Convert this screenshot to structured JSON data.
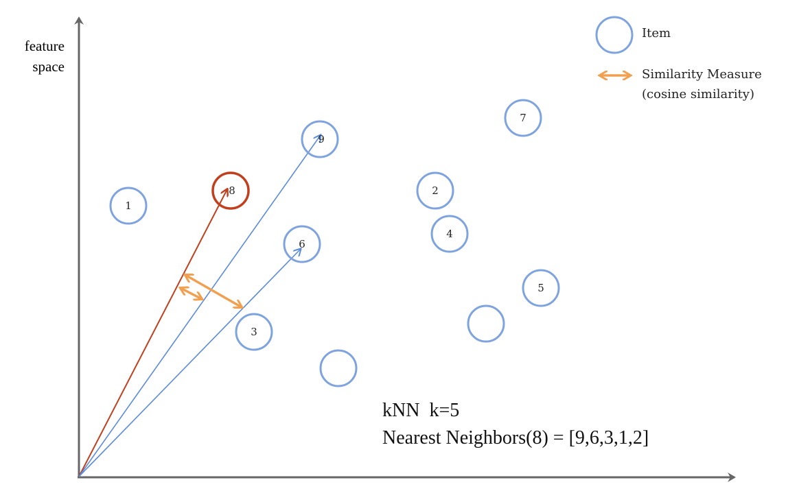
{
  "axis_label": {
    "line1": "feature",
    "line2": "space"
  },
  "legend": {
    "item_label": "Item",
    "similarity_label": "Similarity Measure",
    "similarity_sub": "(cosine similarity)"
  },
  "items": {
    "i1": "1",
    "i2": "2",
    "i3": "3",
    "i4": "4",
    "i5": "5",
    "i6": "6",
    "i7": "7",
    "i8": "8",
    "i9": "9"
  },
  "caption": {
    "line1": "kNN  k=5",
    "line2": "Nearest Neighbors(8) = [9,6,3,1,2]"
  },
  "colors": {
    "item": "#7ea3de",
    "query": "#c0401e",
    "similarity": "#f0a050",
    "axis": "#666666"
  }
}
